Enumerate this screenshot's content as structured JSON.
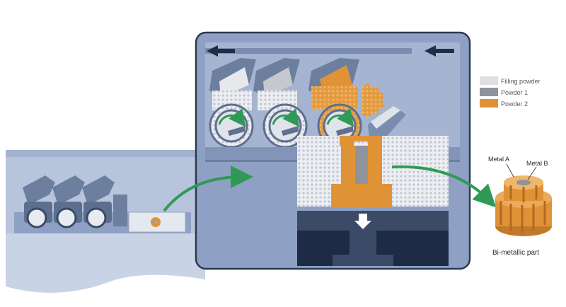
{
  "colors": {
    "filling_powder": "#dedfe2",
    "powder_1": "#8e939c",
    "powder_2": "#e09336",
    "machine_blue": "#8ea1c4",
    "machine_light": "#b7c4dc",
    "machine_dark": "#1e2b45",
    "arrow_green": "#2f9a55",
    "frame_dark": "#2a3a4e"
  },
  "legend": {
    "items": [
      {
        "label": "Filling powder",
        "color": "#dedfe2"
      },
      {
        "label": "Powder 1",
        "color": "#8e939c"
      },
      {
        "label": "Powder 2",
        "color": "#e09336"
      }
    ]
  },
  "part": {
    "label_a": "Metal A",
    "label_b": "Metal B",
    "caption": "Bi-metallic part"
  }
}
